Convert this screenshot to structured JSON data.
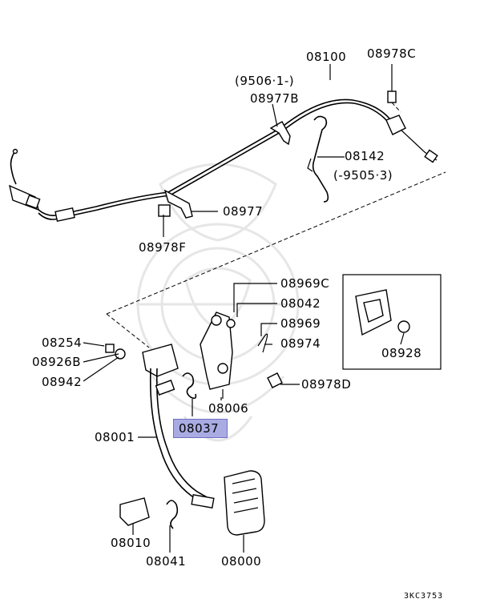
{
  "labels": {
    "p08100": "08100",
    "p08978C": "08978C",
    "date_9506": "(9506·1-)",
    "p08977B": "08977B",
    "p08142": "08142",
    "date_9505": "(-9505·3)",
    "p08977": "08977",
    "p08978F": "08978F",
    "p08969C": "08969C",
    "p08042": "08042",
    "p08969": "08969",
    "p08974": "08974",
    "p08928": "08928",
    "p08254": "08254",
    "p08926B": "08926B",
    "p08942": "08942",
    "p08978D": "08978D",
    "p08006": "08006",
    "p08037": "08037",
    "p08001": "08001",
    "p08010": "08010",
    "p08041": "08041",
    "p08000": "08000"
  },
  "highlighted_part": "08037",
  "highlight_color": "#a9abe3",
  "drawing_code": "3KC3753"
}
